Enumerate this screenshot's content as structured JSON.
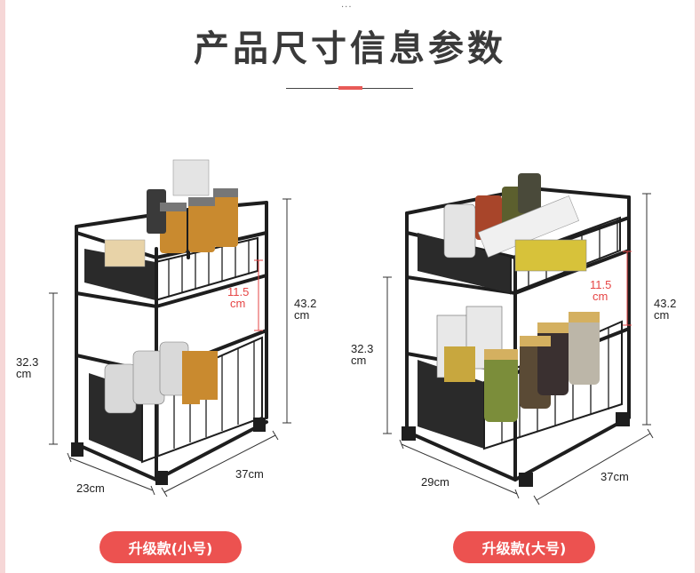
{
  "header": {
    "dots": "...",
    "title": "产品尺寸信息参数"
  },
  "products": [
    {
      "model": "升级款(小号)",
      "dims": {
        "height_total": "43.2",
        "height_unit": "cm",
        "height_lower": "32.3",
        "height_lower_unit": "cm",
        "gap": "11.5",
        "gap_unit": "cm",
        "width": "23cm",
        "depth": "37cm"
      }
    },
    {
      "model": "升级款(大号)",
      "dims": {
        "height_total": "43.2",
        "height_unit": "cm",
        "height_lower": "32.3",
        "height_lower_unit": "cm",
        "gap": "11.5",
        "gap_unit": "cm",
        "width": "29cm",
        "depth": "37cm"
      }
    }
  ],
  "colors": {
    "accent": "#ec5250",
    "rack": "#1e1e1e",
    "dimension_red": "#e64545"
  }
}
